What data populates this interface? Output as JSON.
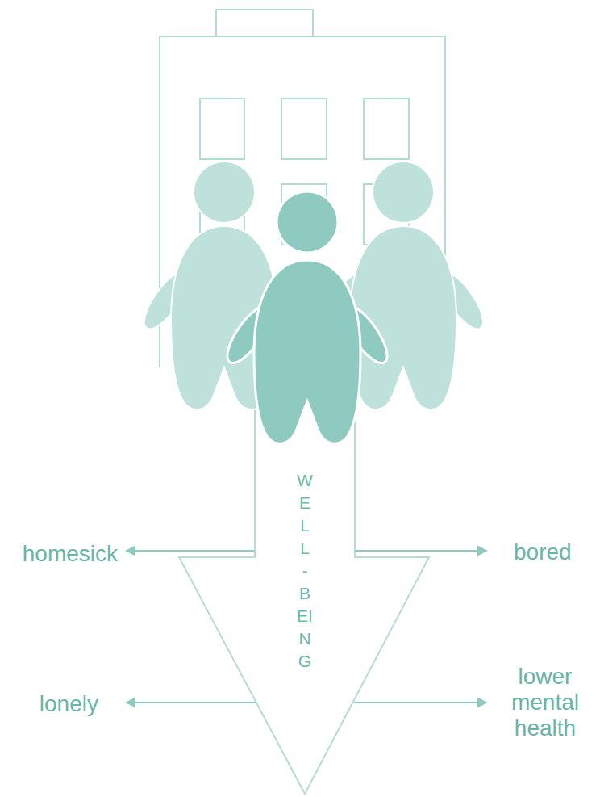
{
  "diagram": {
    "nodes": [
      {
        "text": [
          "WELL - BEING"
        ]
      }
    ],
    "labels": [
      "homesick",
      "bored",
      "lonely",
      "lower mental health"
    ]
  }
}
